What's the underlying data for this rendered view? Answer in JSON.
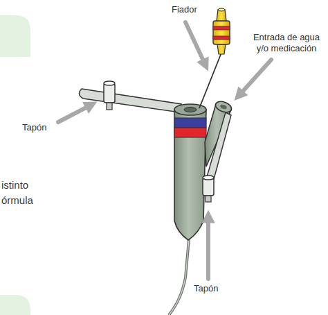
{
  "diagram": {
    "labels": [
      "Fiador",
      "Tapón",
      "Entrada de agua y/o medicación",
      "Tapón",
      "istinto",
      "órmula"
    ]
  }
}
